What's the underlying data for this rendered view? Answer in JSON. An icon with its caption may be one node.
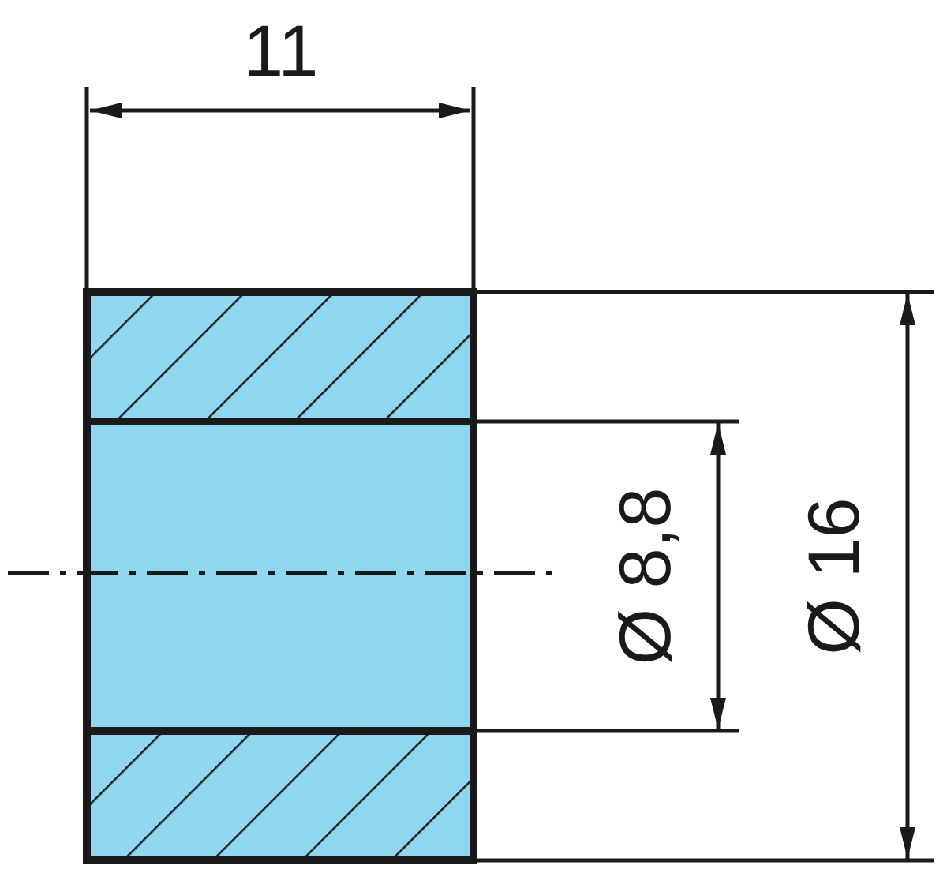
{
  "diagram": {
    "labels": [
      "11",
      "Ø 8,8",
      "Ø 16"
    ]
  }
}
